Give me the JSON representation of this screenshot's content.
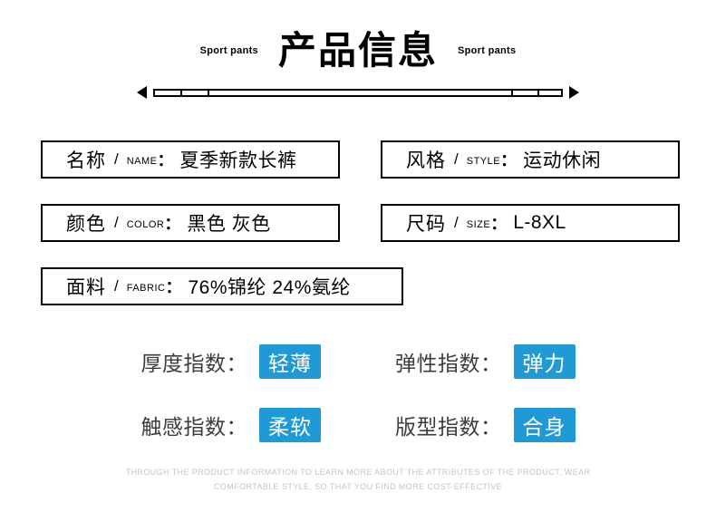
{
  "header": {
    "subtitle_left": "Sport pants",
    "title": "产品信息",
    "subtitle_right": "Sport pants"
  },
  "separators": {
    "slash": "/",
    "colon": "："
  },
  "info_boxes": [
    {
      "label_cn": "名称",
      "label_en": "NAME",
      "value": "夏季新款长裤"
    },
    {
      "label_cn": "风格",
      "label_en": "STYLE",
      "value": "运动休闲"
    },
    {
      "label_cn": "颜色",
      "label_en": "COLOR",
      "value": "黑色 灰色"
    },
    {
      "label_cn": "尺码",
      "label_en": "SIZE",
      "value": "L-8XL"
    },
    {
      "label_cn": "面料",
      "label_en": "FABRIC",
      "value": "76%锦纶 24%氨纶"
    }
  ],
  "attributes": [
    {
      "label": "厚度指数：",
      "badge": "轻薄"
    },
    {
      "label": "弹性指数：",
      "badge": "弹力"
    },
    {
      "label": "触感指数：",
      "badge": "柔软"
    },
    {
      "label": "版型指数：",
      "badge": "合身"
    }
  ],
  "footer": {
    "line1": "THROUGH THE PRODUCT INFORMATION TO LEARN MORE ABOUT THE ATTRIBUTES OF THE PRODUCT, WEAR",
    "line2": "COMFORTABLE STYLE, SO THAT YOU FIND MORE COST-EFFECTIVE"
  },
  "colors": {
    "badge_blue": "#1F9AD6",
    "text_dark": "#3D3D3D",
    "footer_gray": "#C5C5C5"
  }
}
